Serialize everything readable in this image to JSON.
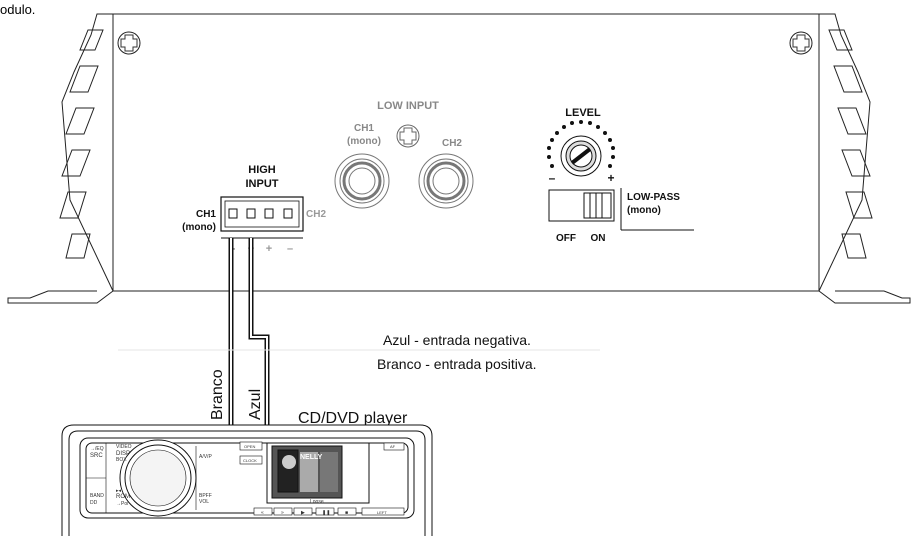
{
  "top_text": "odulo.",
  "amplifier": {
    "high_input": {
      "title_line1": "HIGH",
      "title_line2": "INPUT",
      "ch1_line1": "CH1",
      "ch1_line2": "(mono)",
      "ch2": "CH2",
      "plus": "+",
      "minus": "–"
    },
    "low_input": {
      "title": "LOW INPUT",
      "ch1_line1": "CH1",
      "ch1_line2": "(mono)",
      "ch2": "CH2"
    },
    "level": {
      "label": "LEVEL",
      "minus": "–",
      "plus": "+"
    },
    "lowpass": {
      "label_line1": "LOW-PASS",
      "label_line2": "(mono)",
      "off": "OFF",
      "on": "ON"
    }
  },
  "wires": {
    "left_label": "Branco",
    "right_label": "Azul"
  },
  "notes": {
    "line1": "Azul - entrada negativa.",
    "line2": "Branco - entrada positiva."
  },
  "player": {
    "title": "CD/DVD player",
    "left_buttons": [
      "→/EQ",
      "SRC",
      "BAND",
      "DD"
    ],
    "mid_buttons": [
      "VIDEO",
      "DISP",
      "BOX",
      "▸◂",
      "ROM",
      "→Pol"
    ],
    "knob_right_labels": [
      "A/V/P",
      "BPFF",
      "VOL"
    ],
    "top_small": [
      "OPEN",
      "CLOCK",
      "AF"
    ],
    "screen_text": [
      "NELLY",
      "Loose"
    ],
    "transport": [
      "«",
      "»",
      "▶",
      "❚❚",
      "■",
      "LEFT"
    ]
  }
}
